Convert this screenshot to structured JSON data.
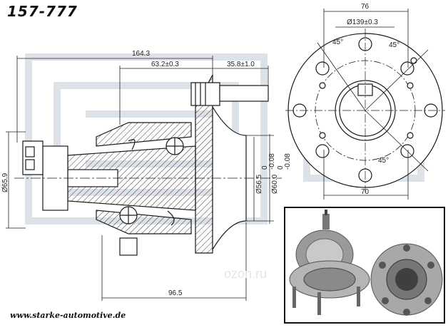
{
  "header": {
    "part_number": "157-777"
  },
  "footer": {
    "website": "www.starke-automotive.de"
  },
  "watermark": {
    "text": "ozon.ru"
  },
  "dimensions": {
    "overall_length": "164.3",
    "flange_offset": "63.2±0.3",
    "stud_length": "35.8±1.0",
    "sensor_diameter": "Ø65.9",
    "pilot_diameter": "Ø56.5",
    "pilot_tolerance": "0\n-0.08",
    "flange_bore_diameter": "Ø60.0",
    "flange_bore_tolerance": "0\n-0.08",
    "base_length": "96.5",
    "bolt_spacing_top": "76",
    "bolt_circle": "Ø139±0.3",
    "angle_1": "45°",
    "angle_2": "45°",
    "angle_3": "45°",
    "bolt_spacing_bottom": "70"
  },
  "colors": {
    "line": "#1a1a1a",
    "hatch": "#333333",
    "watermark": "#dfe3e8",
    "frame": "#111111"
  }
}
